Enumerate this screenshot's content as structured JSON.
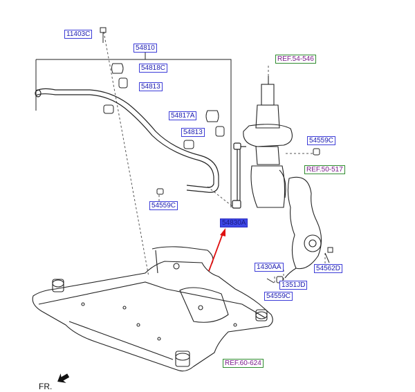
{
  "labels": {
    "p11403c": "11403C",
    "p54810": "54810",
    "p54818c": "54818C",
    "p54813a": "54813",
    "p54817a": "54817A",
    "p54813b": "54813",
    "p54559c_a": "54559C",
    "p54830a": "54830A",
    "ref54": "REF.54-546",
    "p54559c_b": "54559C",
    "ref50": "REF.50-517",
    "p1430aa": "1430AA",
    "p1351jd": "1351JD",
    "p54559c_c": "54559C",
    "p54562d": "54562D",
    "ref60": "REF.60-624"
  },
  "direction_label": "FR.",
  "colors": {
    "line": "#222222",
    "label_text": "#1a1ab0",
    "label_border": "#3b3bd8",
    "ref_text": "#7a1a8a",
    "ref_border": "#2e8b2e",
    "highlight": "#3d47e6",
    "arrow": "#e01010"
  }
}
